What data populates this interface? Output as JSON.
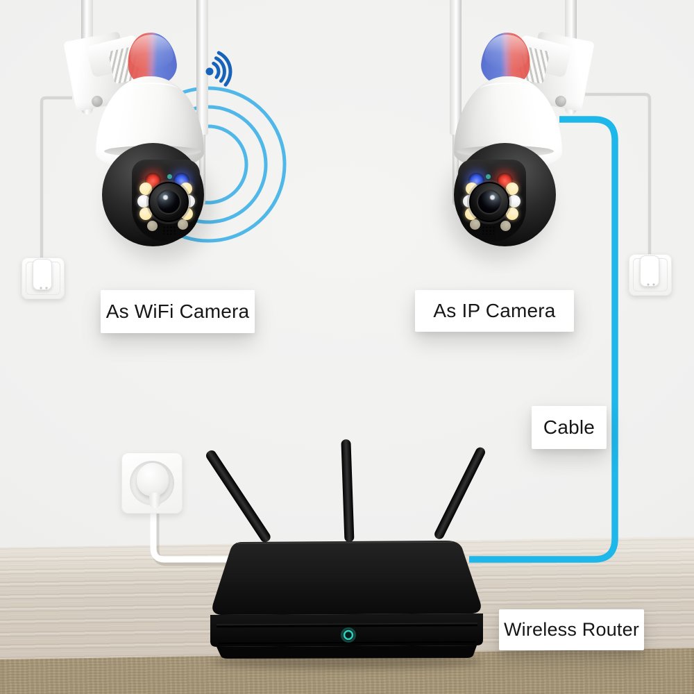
{
  "scene": {
    "description": "PTZ security camera connection diagram: WiFi mode, IP (wired) mode, wireless router on a wooden table",
    "wall_color": "#f1f1f0",
    "table_top_color": "#d8cfc3",
    "table_edge_color": "#b0a28c"
  },
  "labels": {
    "wifi_camera": "As WiFi Camera",
    "ip_camera": "As IP Camera",
    "cable": "Cable",
    "router": "Wireless Router"
  },
  "colors": {
    "ethernet_cable": "#1db7ea",
    "power_cable": "#d9d9d8",
    "wifi_icon": "#1763b9",
    "wifi_waves": "#43b4e8",
    "siren_red": "#e2514a",
    "siren_blue": "#4d64cd",
    "status_red": "#e03325",
    "status_blue": "#2f55e8",
    "router_led": "#2fd0bd",
    "label_background": "#ffffff",
    "label_text": "#161616"
  },
  "icons": {
    "wifi_signal": "wifi-signal-icon",
    "wifi_waves": "wifi-waves-icon",
    "siren": "siren-light",
    "lens": "camera-lens"
  }
}
